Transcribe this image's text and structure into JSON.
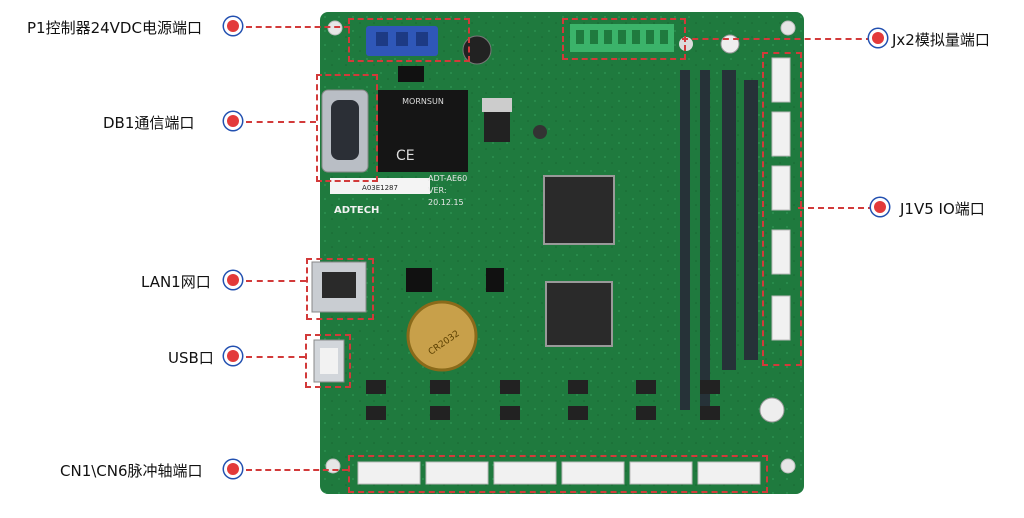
{
  "callouts": {
    "p1": "P1控制器24VDC电源端口",
    "db1": "DB1通信端口",
    "lan1": "LAN1网口",
    "usb": "USB口",
    "cn": "CN1\\CN6脉冲轴端口",
    "jx2": "Jx2模拟量端口",
    "j1v5": "J1V5 IO端口"
  },
  "board": {
    "brand": "ADTECH",
    "module_brand": "MORNSUN",
    "battery_text": "CR2032",
    "model": "ADT-AE60",
    "version": "VER:",
    "date": "20.12.15",
    "sticker_code": "A03E1287"
  },
  "colors": {
    "board": "#1f7a3e",
    "accent": "#e33a3a",
    "dash": "#d23a3a"
  }
}
